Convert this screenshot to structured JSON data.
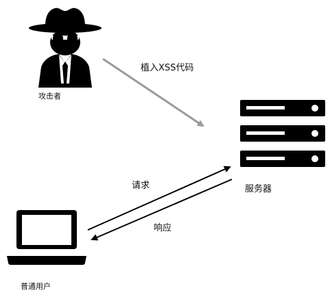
{
  "diagram": {
    "labels": {
      "attacker": "攻击者",
      "inject_xss": "植入XSS代码",
      "server": "服务器",
      "request": "请求",
      "response": "响应",
      "normal_user": "普通用户"
    },
    "icons": {
      "attacker": "hacker-spy-icon",
      "server": "server-rack-icon",
      "user": "laptop-icon"
    },
    "colors": {
      "ink": "#000000",
      "inject_arrow": "#9a9a9a",
      "text": "#111111",
      "background": "#ffffff"
    }
  }
}
